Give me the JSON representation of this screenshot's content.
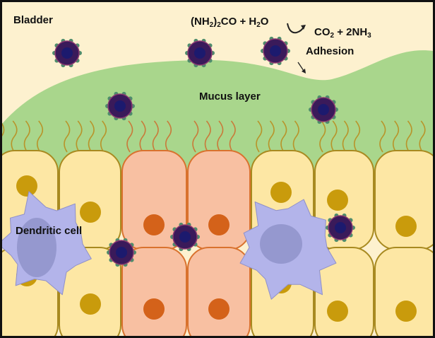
{
  "labels": {
    "bladder": "Bladder",
    "reaction_left": "(NH2)2CO + H2O",
    "reaction_right": "CO2 + 2NH3",
    "adhesion": "Adhesion",
    "mucus": "Mucus layer",
    "dendritic": "Dendritic cell"
  },
  "colors": {
    "background": "#fdf1cf",
    "mucus": "#a9d68c",
    "yellow_cell": "#fde7a4",
    "yellow_border": "#a88a20",
    "yellow_nucleus": "#c99b0c",
    "pink_cell": "#f8c0a2",
    "pink_border": "#d9722e",
    "pink_nucleus": "#d4621a",
    "dendritic": "#b3b4ea",
    "dendritic_nucleus": "#9598cf",
    "nanoparticle": "#3a1a5a",
    "nanoparticle_coat": "#4f8c6c"
  }
}
